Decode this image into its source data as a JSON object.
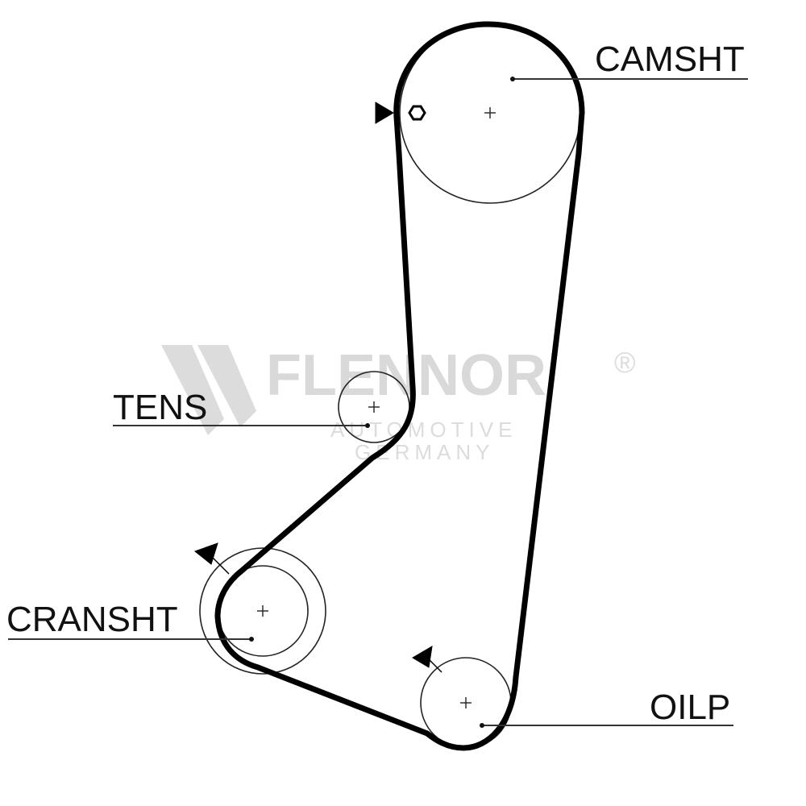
{
  "labels": {
    "camshaft": "CAMSHT",
    "tensioner": "TENS",
    "crankshaft": "CRANSHT",
    "oil_pump": "OILP"
  },
  "watermark": {
    "brand": "FLENNOR",
    "registered": "®",
    "line1": "AUTOMOTIVE",
    "line2": "GERMANY"
  },
  "colors": {
    "belt": "#000000",
    "pulley": "#222222",
    "watermark": "#d9d9d9"
  }
}
